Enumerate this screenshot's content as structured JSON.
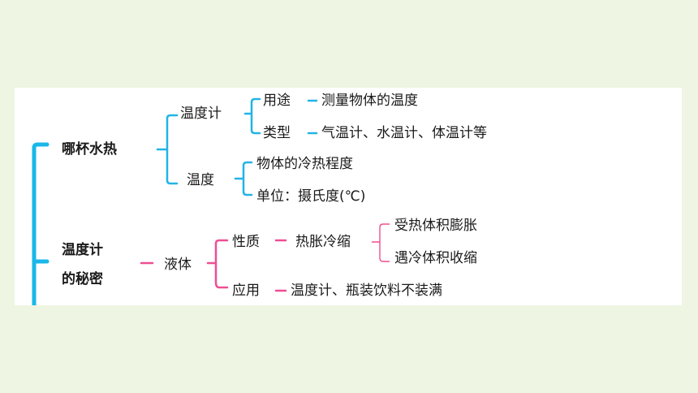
{
  "diagram": {
    "branches": [
      {
        "label": "哪杯水热",
        "children": [
          {
            "label": "温度计",
            "children": [
              {
                "label": "用途",
                "value": "测量物体的温度"
              },
              {
                "label": "类型",
                "value": "气温计、水温计、体温计等"
              }
            ]
          },
          {
            "label": "温度",
            "children": [
              {
                "value": "物体的冷热程度"
              },
              {
                "value": "单位：摄氏度(℃)"
              }
            ]
          }
        ]
      },
      {
        "label_line1": "温度计",
        "label_line2": "的秘密",
        "children": [
          {
            "label": "液体",
            "children": [
              {
                "label": "性质",
                "value": "热胀冷缩",
                "children": [
                  {
                    "value": "受热体积膨胀"
                  },
                  {
                    "value": "遇冷体积收缩"
                  }
                ]
              },
              {
                "label": "应用",
                "value": "温度计、瓶装饮料不装满"
              }
            ]
          }
        ]
      }
    ]
  },
  "colors": {
    "background": "#eef5e2",
    "panel": "#ffffff",
    "blue_accent": "#19b8e8",
    "pink_accent": "#ee4f94"
  }
}
